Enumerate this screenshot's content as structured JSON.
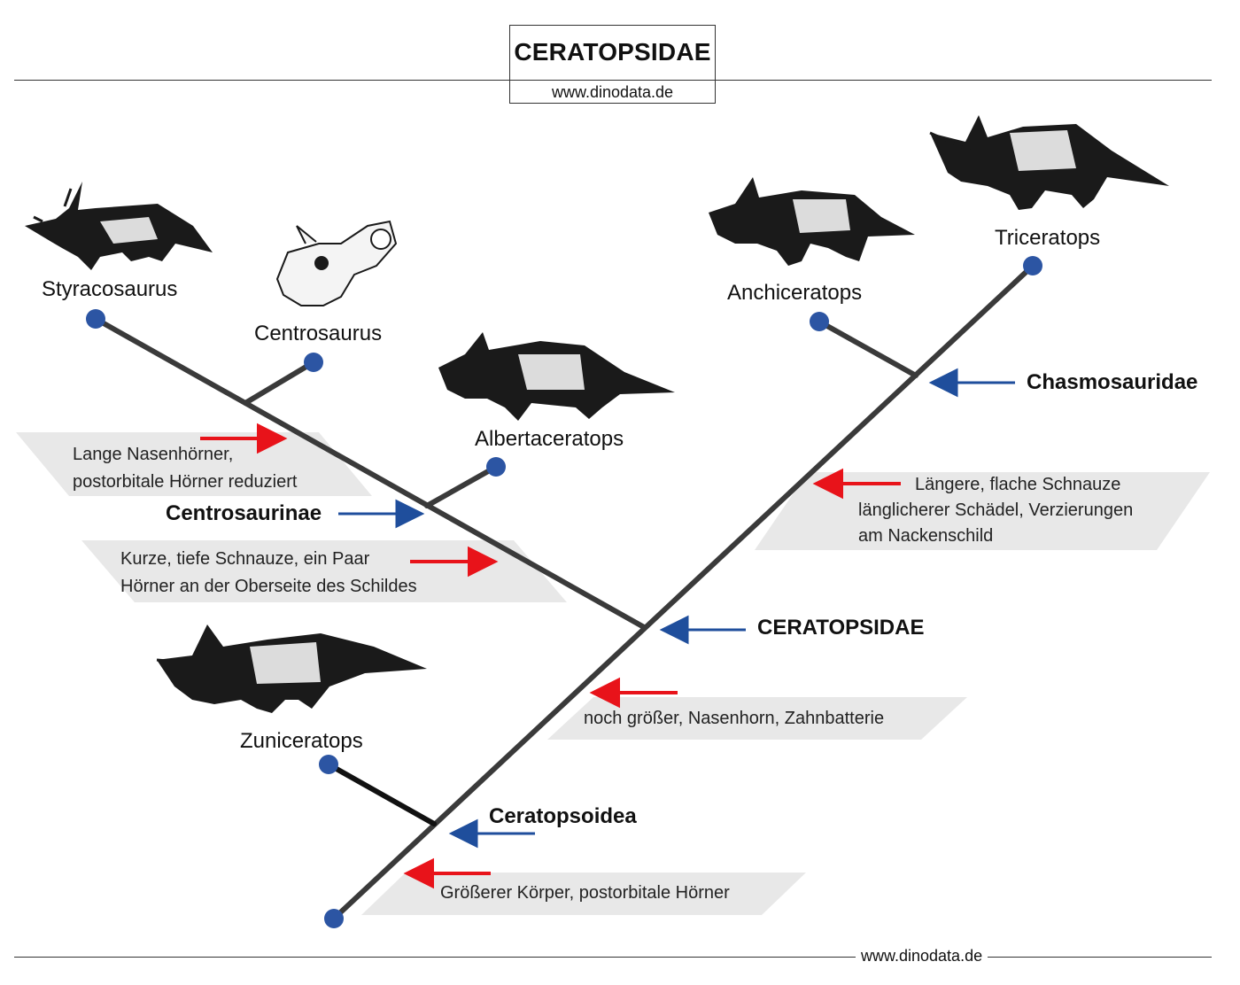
{
  "header": {
    "title": "CERATOPSIDAE",
    "url": "www.dinodata.de"
  },
  "footer": {
    "url": "www.dinodata.de"
  },
  "colors": {
    "branch": "#3a3a3a",
    "node": "#2c55a3",
    "clade_arrow": "#1f4e9c",
    "trait_arrow": "#e8131a",
    "note_band": "#e8e8e8"
  },
  "taxa": {
    "styracosaurus": "Styracosaurus",
    "centrosaurus": "Centrosaurus",
    "albertaceratops": "Albertaceratops",
    "anchiceratops": "Anchiceratops",
    "triceratops": "Triceratops",
    "zuniceratops": "Zuniceratops"
  },
  "clades": {
    "chasmosauridae": "Chasmosauridae",
    "centrosaurinae": "Centrosaurinae",
    "ceratopsidae": "CERATOPSIDAE",
    "ceratopsoidea": "Ceratopsoidea"
  },
  "traits": {
    "lange_nasenhoerner": [
      "Lange Nasenhörner,",
      "postorbitale Hörner reduziert"
    ],
    "kurze_schnauze": [
      "Kurze, tiefe Schnauze, ein Paar",
      "Hörner an der Oberseite des Schildes"
    ],
    "laengere_schnauze": [
      "Längere, flache Schnauze",
      "länglicherer Schädel, Verzierungen",
      "am Nackenschild"
    ],
    "noch_groesser": [
      "noch größer, Nasenhorn, Zahnbatterie"
    ],
    "groesserer_koerper": [
      "Größerer Körper, postorbitale Hörner"
    ]
  },
  "illustrations": [
    "styracosaurus-skeleton",
    "centrosaurus-skull",
    "albertaceratops-skeleton",
    "anchiceratops-skeleton",
    "triceratops-skeleton",
    "zuniceratops-skeleton"
  ]
}
